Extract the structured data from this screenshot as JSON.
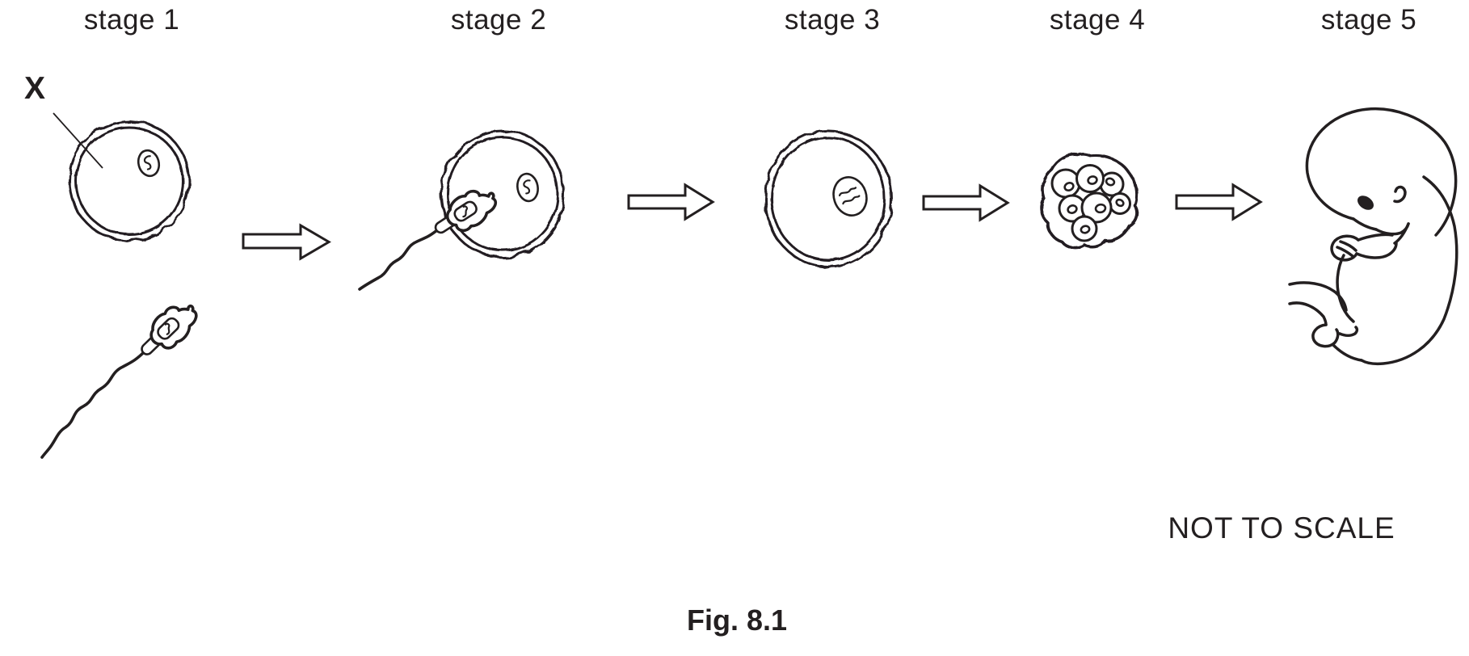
{
  "figure": {
    "stages": [
      {
        "label": "stage 1"
      },
      {
        "label": "stage 2"
      },
      {
        "label": "stage 3"
      },
      {
        "label": "stage 4"
      },
      {
        "label": "stage 5"
      }
    ],
    "annotation_x": "X",
    "scale_note": "NOT TO SCALE",
    "caption": "Fig. 8.1"
  },
  "colors": {
    "line": "#231f20",
    "background": "#ffffff"
  }
}
